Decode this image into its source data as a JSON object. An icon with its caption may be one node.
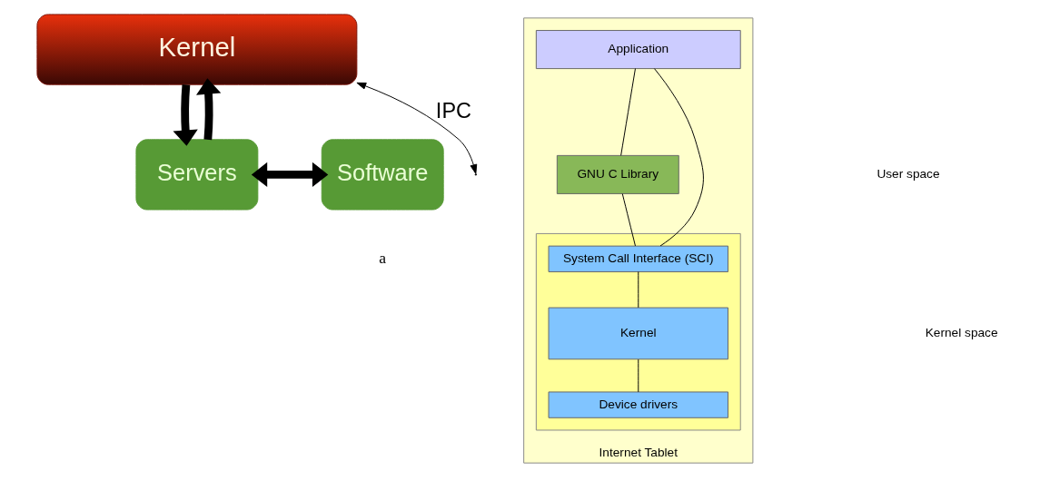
{
  "diagram": {
    "nodes": [
      {
        "text": [
          "Kernel"
        ]
      },
      {
        "text": [
          "Servers"
        ]
      },
      {
        "text": [
          "Software"
        ]
      },
      {
        "text": [
          "Internet Tablet"
        ]
      },
      {
        "text": [
          "Application"
        ],
        "in": 3
      },
      {
        "text": [
          "GNU C Library"
        ],
        "in": 3
      },
      {
        "text": [],
        "shape": "box",
        "in": 3
      },
      {
        "text": [
          "System Call Interface (SCI)"
        ],
        "in": 6
      },
      {
        "text": [
          "Kernel"
        ],
        "in": 6
      },
      {
        "text": [
          "Device drivers"
        ],
        "in": 6
      }
    ],
    "edges": [
      {
        "from": 0,
        "to": 1,
        "arrow": "to",
        "style": "thick"
      },
      {
        "from": 1,
        "to": 0,
        "arrow": "to",
        "style": "thick"
      },
      {
        "from": 0,
        "to": null,
        "arrow": "both",
        "label": "IPC"
      },
      {
        "from": 1,
        "to": 2,
        "arrow": "both",
        "style": "thick"
      },
      {
        "from": 4,
        "to": 7,
        "arrow": "none"
      },
      {
        "from": 4,
        "to": 5,
        "arrow": "none"
      },
      {
        "from": 5,
        "to": 7,
        "arrow": "none"
      },
      {
        "from": 7,
        "to": 8,
        "arrow": "none"
      },
      {
        "from": 8,
        "to": 9,
        "arrow": "none"
      }
    ],
    "labels": [
      "a",
      "User space",
      "Kernel space"
    ]
  }
}
